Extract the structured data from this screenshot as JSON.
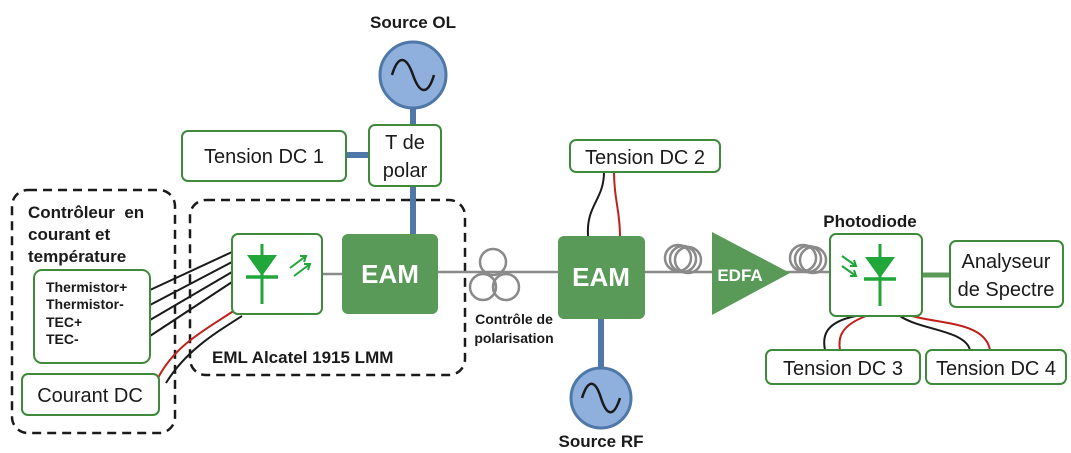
{
  "labels": {
    "source_ol": "Source OL",
    "source_rf": "Source RF",
    "tension_dc1": "Tension DC 1",
    "t_polar_line1": "T de",
    "t_polar_line2": "polar",
    "tension_dc2": "Tension DC 2",
    "tension_dc3": "Tension DC 3",
    "tension_dc4": "Tension DC 4",
    "controller_line1": "Contrôleur  en",
    "controller_line2": "courant et",
    "controller_line3": "température",
    "thermistor_plus": "Thermistor+",
    "thermistor_minus": "Thermistor-",
    "tec_plus": "TEC+",
    "tec_minus": "TEC-",
    "courant_dc": "Courant DC",
    "eam_1": "EAM",
    "eam_2": "EAM",
    "eml": "EML Alcatel 1915 LMM",
    "polar_ctrl_line1": "Contrôle de",
    "polar_ctrl_line2": "polarisation",
    "edfa": "EDFA",
    "photodiode": "Photodiode",
    "analyzer_line1": "Analyseur",
    "analyzer_line2": "de Spectre"
  },
  "colors": {
    "green_dark": "#5a9a58",
    "green_box_border": "#3f8a3b",
    "green_diode": "#21a63a",
    "link_blue": "#4f78a8",
    "source_fill": "#8fb0dd",
    "wire_red": "#c0201a",
    "fiber_gray": "#8a8a8a"
  }
}
